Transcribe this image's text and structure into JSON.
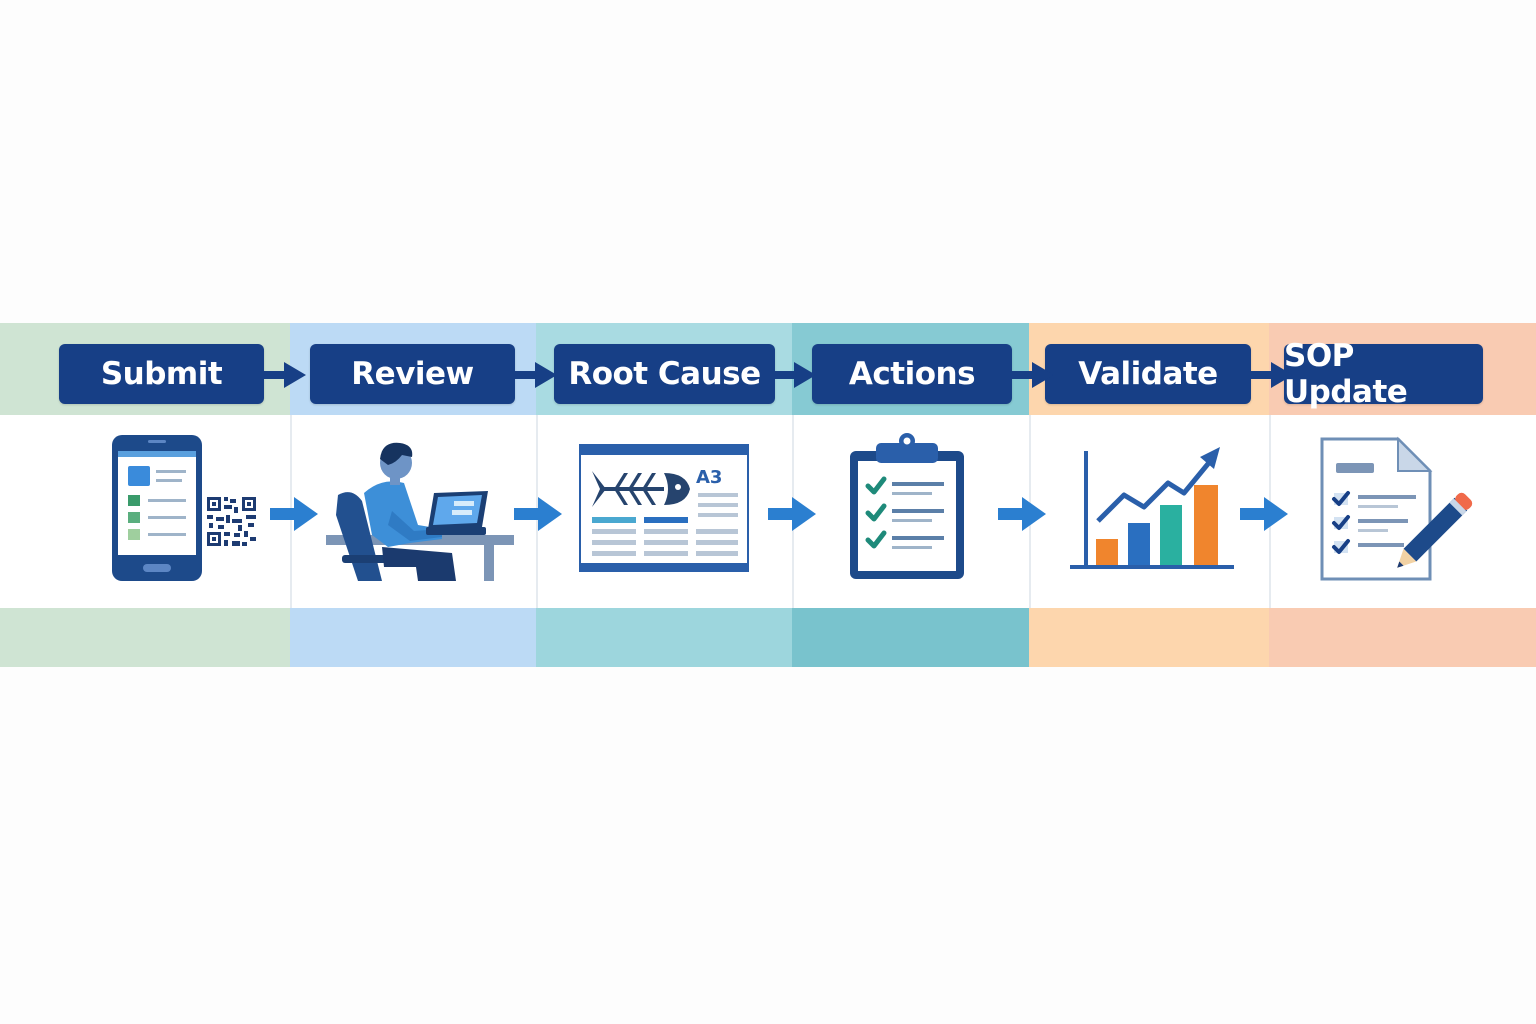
{
  "steps": [
    {
      "label": "Submit",
      "icon": "mobile-form-qr-icon"
    },
    {
      "label": "Review",
      "icon": "person-at-laptop-icon"
    },
    {
      "label": "Root Cause",
      "icon": "fishbone-a3-report-icon",
      "badge": "A3"
    },
    {
      "label": "Actions",
      "icon": "clipboard-checklist-icon"
    },
    {
      "label": "Validate",
      "icon": "bar-chart-trend-icon"
    },
    {
      "label": "SOP Update",
      "icon": "document-checklist-pencil-icon"
    }
  ],
  "colors": {
    "label_bg": "#173f86",
    "arrow_dark": "#173f86",
    "arrow_bright": "#2b7fd0",
    "band_green": "#cfe4d3",
    "band_lightblue": "#bcdaf5",
    "band_teal_light": "#a7dbe2",
    "band_teal": "#86cad3",
    "band_peach": "#fdd6ad",
    "band_salmon": "#f9cbb2"
  }
}
